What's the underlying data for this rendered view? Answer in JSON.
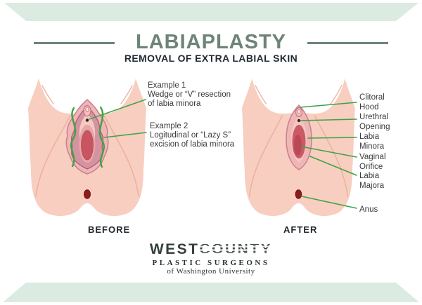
{
  "header": {
    "title": "LABIAPLASTY",
    "subtitle": "REMOVAL OF EXTRA LABIAL SKIN"
  },
  "before": {
    "caption": "BEFORE",
    "annotations": [
      {
        "lines": [
          "Example 1",
          "Wedge or “V” resection",
          "of labia minora"
        ]
      },
      {
        "lines": [
          "Example 2",
          "Logitudinal or “Lazy S”",
          "excision of labia minora"
        ]
      }
    ]
  },
  "after": {
    "caption": "AFTER",
    "labels": [
      {
        "lines": [
          "Clitoral",
          "Hood"
        ]
      },
      {
        "lines": [
          "Urethral",
          "Opening"
        ]
      },
      {
        "lines": [
          "Labia",
          "Minora"
        ]
      },
      {
        "lines": [
          "Vaginal",
          "Orifice"
        ]
      },
      {
        "lines": [
          "Labia",
          "Majora"
        ]
      },
      {
        "lines": [
          "Anus"
        ]
      }
    ]
  },
  "footer": {
    "brand_primary": "WEST",
    "brand_secondary": "COUNTY",
    "brand_tagline": "PLASTIC SURGEONS",
    "brand_subline": "of Washington University"
  },
  "colors": {
    "banner_green": "#dcebe2",
    "title_green": "#6d8477",
    "heading_dark": "#1e2931",
    "label_text": "#3a3a3a",
    "incision_green": "#3da344",
    "skin": "#f8cec0",
    "skin_crease": "#e7ab97",
    "labia_outer_pink": "#f0b5b5",
    "labia_minora_mauve": "#d593a1",
    "orifice_red": "#c95562",
    "anus_maroon": "#8c1d1d"
  }
}
